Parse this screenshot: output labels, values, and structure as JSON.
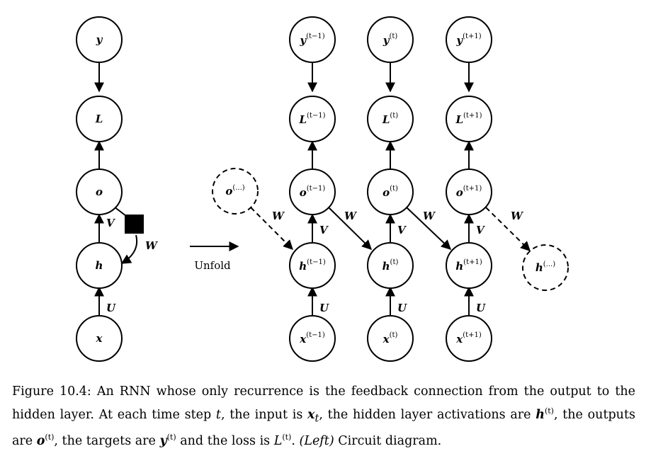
{
  "diagram": {
    "left": {
      "nodes": [
        {
          "id": "y",
          "label": "y",
          "sup": ""
        },
        {
          "id": "L",
          "label": "L",
          "sup": ""
        },
        {
          "id": "o",
          "label": "o",
          "sup": ""
        },
        {
          "id": "h",
          "label": "h",
          "sup": ""
        },
        {
          "id": "x",
          "label": "x",
          "sup": ""
        }
      ],
      "edge_labels": {
        "V": "V",
        "W": "W",
        "U": "U"
      }
    },
    "unfold_label": "Unfold",
    "right": {
      "columns": [
        {
          "y": "y",
          "y_sup": "(t−1)",
          "L": "L",
          "L_sup": "(t−1)",
          "o": "o",
          "o_sup": "(t−1)",
          "h": "h",
          "h_sup": "(t−1)",
          "x": "x",
          "x_sup": "(t−1)"
        },
        {
          "y": "y",
          "y_sup": "(t)",
          "L": "L",
          "L_sup": "(t)",
          "o": "o",
          "o_sup": "(t)",
          "h": "h",
          "h_sup": "(t)",
          "x": "x",
          "x_sup": "(t)"
        },
        {
          "y": "y",
          "y_sup": "(t+1)",
          "L": "L",
          "L_sup": "(t+1)",
          "o": "o",
          "o_sup": "(t+1)",
          "h": "h",
          "h_sup": "(t+1)",
          "x": "x",
          "x_sup": "(t+1)"
        }
      ],
      "prev_o": {
        "label": "o",
        "sup": "(...)"
      },
      "next_h": {
        "label": "h",
        "sup": "(...)"
      },
      "edge_labels": {
        "V": "V",
        "W": "W",
        "U": "U"
      }
    }
  },
  "caption": {
    "p1": "Figure 10.4: An RNN whose only recurrence is the feedback connection from the output to the hidden layer. At each time step ",
    "t1": "t",
    "p2": ", the input is ",
    "x_t": "x",
    "x_sub": "t",
    "p3": ", the hidden layer activations are ",
    "h": "h",
    "h_sup": "(t)",
    "p4": ", the outputs are ",
    "o": "o",
    "o_sup": "(t)",
    "p5": ", the targets are ",
    "y": "y",
    "y_sup": "(t)",
    "p6": " and the loss is ",
    "L": "L",
    "L_sup": "(t)",
    "p7": ". ",
    "left_em": "(Left)",
    "p8": " Circuit diagram."
  }
}
